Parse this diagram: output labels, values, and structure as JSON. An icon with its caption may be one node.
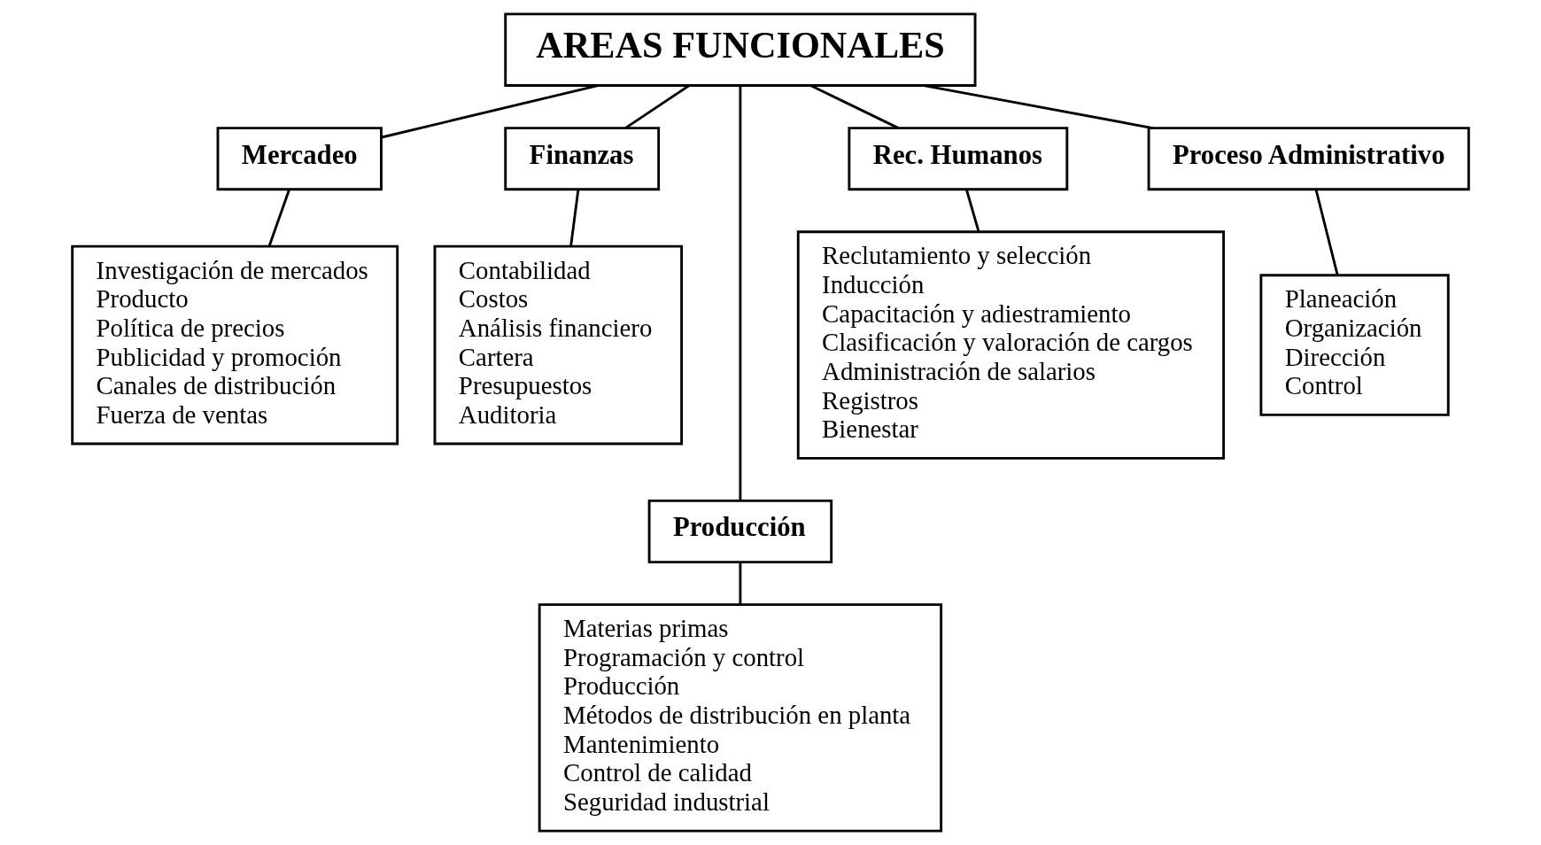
{
  "diagram": {
    "nodes": [
      {
        "text": [
          "AREAS FUNCIONALES"
        ]
      },
      {
        "text": [
          "Mercadeo"
        ]
      },
      {
        "text": [
          "Investigación de mercados",
          "Producto",
          "Política de precios",
          "Publicidad y promoción",
          "Canales de distribución",
          "Fuerza de ventas"
        ]
      },
      {
        "text": [
          "Finanzas"
        ]
      },
      {
        "text": [
          "Contabilidad",
          "Costos",
          "Análisis financiero",
          "Cartera",
          "Presupuestos",
          "Auditoria"
        ]
      },
      {
        "text": [
          "Producción"
        ]
      },
      {
        "text": [
          "Materias primas",
          "Programación y control",
          "Producción",
          "Métodos de distribución en planta",
          "Mantenimiento",
          "Control de calidad",
          "Seguridad industrial"
        ]
      },
      {
        "text": [
          "Rec. Humanos"
        ]
      },
      {
        "text": [
          "Reclutamiento y selección",
          "Inducción",
          "Capacitación y adiestramiento",
          "Clasificación y valoración de cargos",
          "Administración de salarios",
          "Registros",
          "Bienestar"
        ]
      },
      {
        "text": [
          "Proceso Administrativo"
        ]
      },
      {
        "text": [
          "Planeación",
          "Organización",
          "Dirección",
          "Control"
        ]
      }
    ],
    "edges": [
      {
        "from": 0,
        "to": 1,
        "arrow": "none"
      },
      {
        "from": 0,
        "to": 3,
        "arrow": "none"
      },
      {
        "from": 0,
        "to": 5,
        "arrow": "none"
      },
      {
        "from": 0,
        "to": 7,
        "arrow": "none"
      },
      {
        "from": 0,
        "to": 9,
        "arrow": "none"
      },
      {
        "from": 1,
        "to": 2,
        "arrow": "none"
      },
      {
        "from": 3,
        "to": 4,
        "arrow": "none"
      },
      {
        "from": 5,
        "to": 6,
        "arrow": "none"
      },
      {
        "from": 7,
        "to": 8,
        "arrow": "none"
      },
      {
        "from": 9,
        "to": 10,
        "arrow": "none"
      }
    ]
  }
}
